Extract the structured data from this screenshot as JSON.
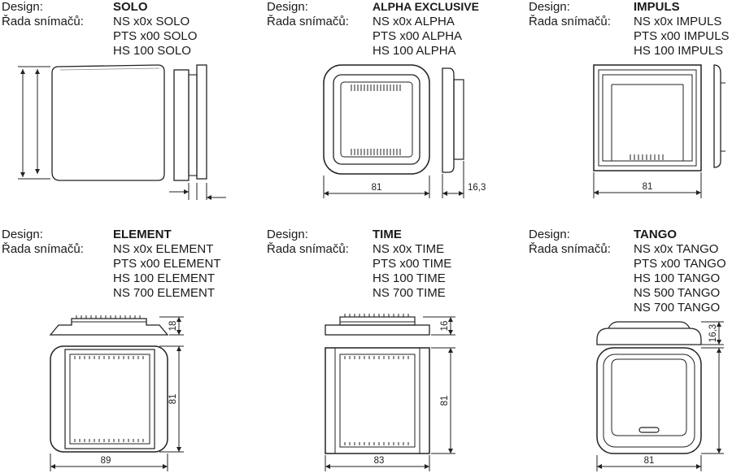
{
  "labels": {
    "design": "Design:",
    "series": "Řada snímačů:"
  },
  "products": [
    {
      "design": "SOLO",
      "series": [
        "NS x0x SOLO",
        "PTS x00 SOLO",
        "HS 100 SOLO"
      ],
      "dims": []
    },
    {
      "design": "ALPHA EXCLUSIVE",
      "series": [
        "NS x0x ALPHA",
        "PTS x00 ALPHA",
        "HS 100 ALPHA"
      ],
      "dims": [
        "81",
        "16,3"
      ]
    },
    {
      "design": "IMPULS",
      "series": [
        "NS x0x IMPULS",
        "PTS x00 IMPULS",
        "HS 100 IMPULS"
      ],
      "dims": [
        "81"
      ]
    },
    {
      "design": "ELEMENT",
      "series": [
        "NS x0x ELEMENT",
        "PTS x00 ELEMENT",
        "HS 100 ELEMENT",
        "NS 700 ELEMENT"
      ],
      "dims": [
        "18",
        "81",
        "89"
      ]
    },
    {
      "design": "TIME",
      "series": [
        "NS x0x TIME",
        "PTS x00 TIME",
        "HS 100 TIME",
        "NS 700 TIME"
      ],
      "dims": [
        "16",
        "81",
        "83"
      ]
    },
    {
      "design": "TANGO",
      "series": [
        "NS x0x TANGO",
        "PTS x00 TANGO",
        "HS 100 TANGO",
        "NS 500 TANGO",
        "NS 700 TANGO"
      ],
      "dims": [
        "16,3",
        "81"
      ]
    }
  ]
}
